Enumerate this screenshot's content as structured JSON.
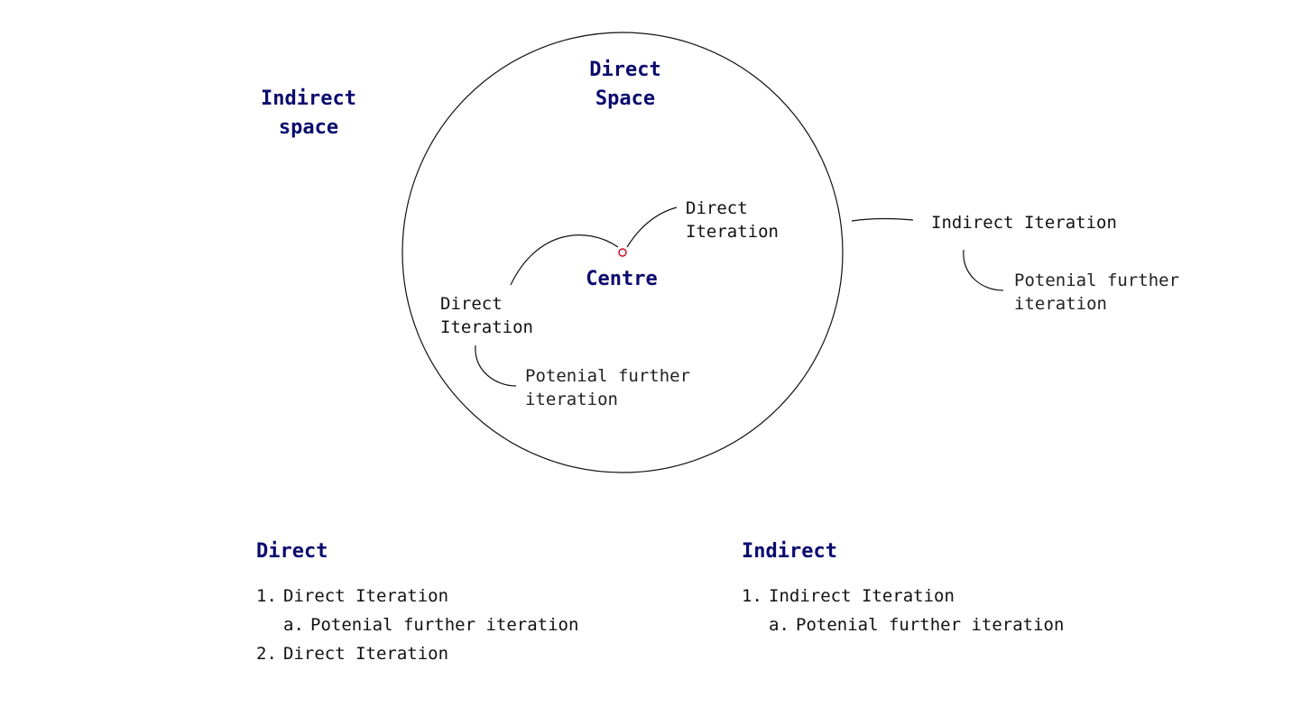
{
  "colors": {
    "accent": "#0a0a6e",
    "line": "#111111",
    "centre_marker": "#d0021b"
  },
  "diagram": {
    "direct_space": "Direct\nSpace",
    "indirect_space": "Indirect\nspace",
    "centre": "Centre",
    "direct_iteration_upper": "Direct\nIteration",
    "direct_iteration_lower": "Direct\nIteration",
    "potential_inner": "Potenial further\niteration",
    "indirect_iteration": "Indirect Iteration",
    "potential_outer": "Potenial further\niteration"
  },
  "lists": {
    "direct": {
      "title": "Direct",
      "items": [
        {
          "marker": "1.",
          "text": "Direct Iteration"
        },
        {
          "marker": "a.",
          "text": "Potenial further iteration"
        },
        {
          "marker": "2.",
          "text": "Direct Iteration"
        }
      ]
    },
    "indirect": {
      "title": "Indirect",
      "items": [
        {
          "marker": "1.",
          "text": "Indirect Iteration"
        },
        {
          "marker": "a.",
          "text": "Potenial further iteration"
        }
      ]
    }
  }
}
